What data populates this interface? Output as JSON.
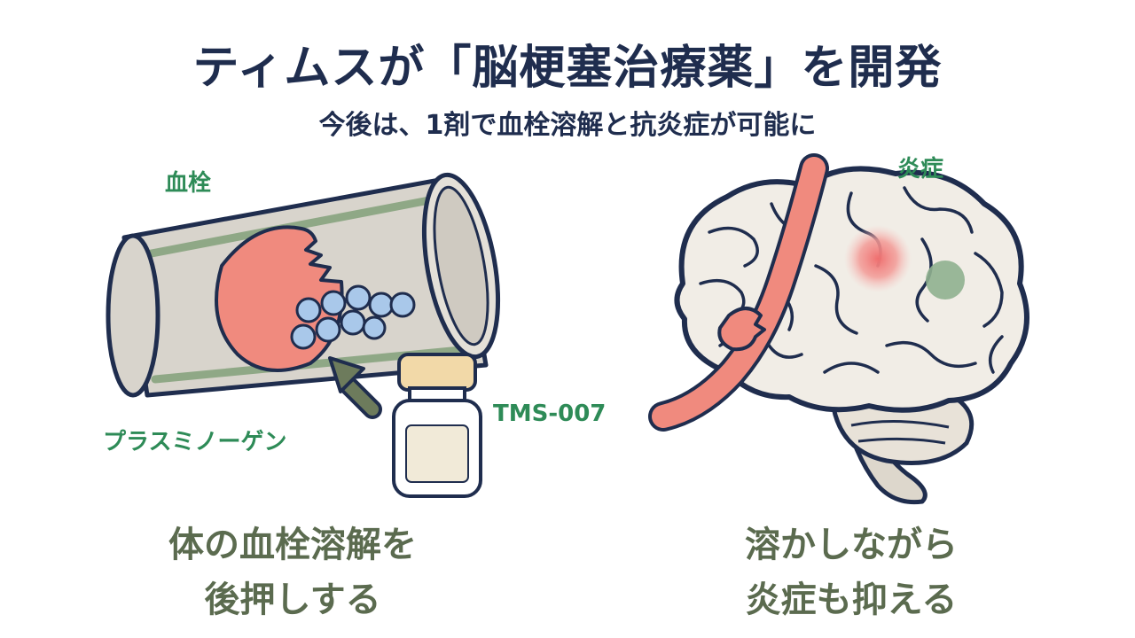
{
  "header": {
    "title": "ティムスが「脳梗塞治療薬」を開発",
    "subtitle": "今後は、1剤で血栓溶解と抗炎症が可能に"
  },
  "left_panel": {
    "label_thrombus": "血栓",
    "label_plasminogen": "プラスミノーゲン",
    "label_drug": "TMS-007",
    "caption_line1": "体の血栓溶解を",
    "caption_line2": "後押しする"
  },
  "right_panel": {
    "label_inflammation": "炎症",
    "caption_line1": "溶かしながら",
    "caption_line2": "炎症も抑える"
  },
  "colors": {
    "navy": "#1f2d4e",
    "green_label": "#2e8b57",
    "caption": "#5b6b4f",
    "thrombus": "#f08a7e",
    "vessel": "#d8d4cc",
    "plasminogen": "#a9c8ea",
    "brain": "#f1ede6"
  }
}
